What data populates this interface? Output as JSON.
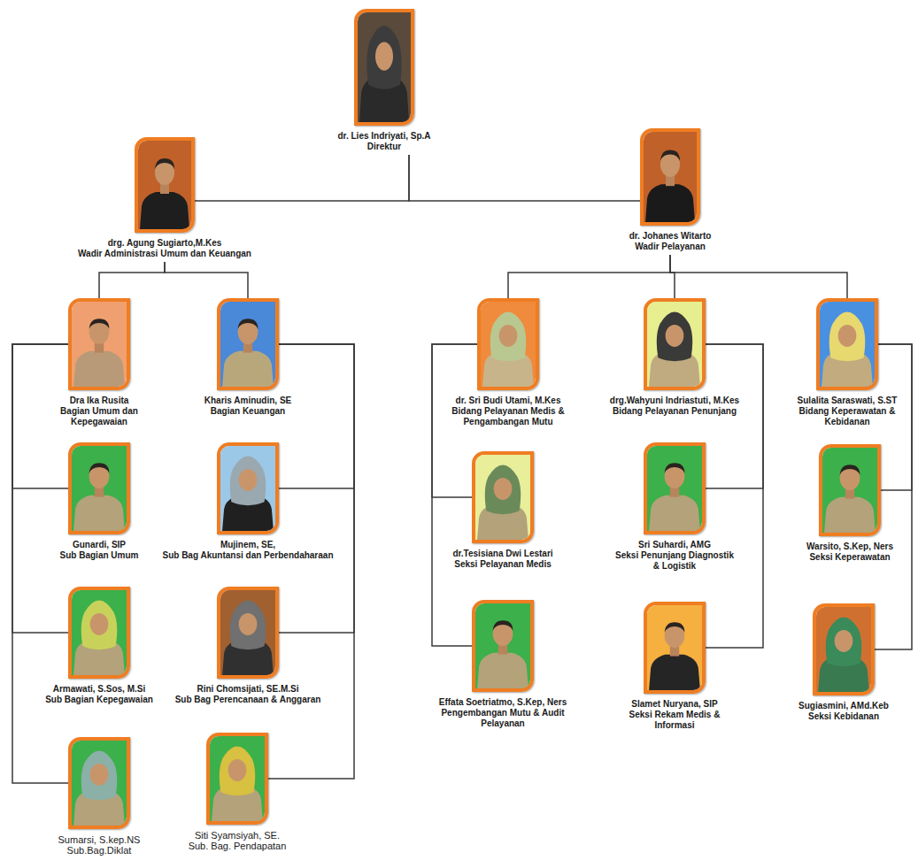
{
  "diagram": {
    "nodes": [
      {
        "text": [
          "dr. Lies Indriyati, Sp.A",
          "Direktur"
        ]
      },
      {
        "text": [
          "drg. Agung Sugiarto,M.Kes",
          "Wadir Administrasi Umum dan Keuangan"
        ]
      },
      {
        "text": [
          "dr. Johanes Witarto",
          "Wadir Pelayanan"
        ]
      },
      {
        "text": [
          "Dra Ika Rusita",
          "Bagian Umum dan Kepegawaian"
        ]
      },
      {
        "text": [
          "Kharis Aminudin, SE",
          "Bagian Keuangan"
        ]
      },
      {
        "text": [
          "dr. Sri Budi Utami, M.Kes",
          "Bidang Pelayanan Medis & Pengambangan Mutu"
        ]
      },
      {
        "text": [
          "drg.Wahyuni Indriastuti, M.Kes",
          "Bidang Pelayanan Penunjang"
        ]
      },
      {
        "text": [
          "Sulalita Saraswati, S.ST",
          "Bidang Keperawatan & Kebidanan"
        ]
      },
      {
        "text": [
          "Gunardi, SIP",
          "Sub Bagian Umum"
        ]
      },
      {
        "text": [
          "Mujinem, SE,",
          "Sub Bag Akuntansi dan Perbendaharaan"
        ]
      },
      {
        "text": [
          "dr.Tesisiana Dwi Lestari",
          "Seksi Pelayanan Medis"
        ]
      },
      {
        "text": [
          "Sri Suhardi, AMG",
          "Seksi Penunjang Diagnostik & Logistik"
        ]
      },
      {
        "text": [
          "Warsito, S.Kep, Ners",
          "Seksi Keperawatan"
        ]
      },
      {
        "text": [
          "Armawati, S.Sos, M.Si",
          "Sub Bagian Kepegawaian"
        ]
      },
      {
        "text": [
          "Rini Chomsijati, SE.M.Si",
          "Sub Bag Perencanaan & Anggaran"
        ]
      },
      {
        "text": [
          "Effata Soetriatmo, S.Kep, Ners",
          "Pengembangan Mutu & Audit Pelayanan"
        ]
      },
      {
        "text": [
          "Slamet Nuryana, SIP",
          "Seksi Rekam Medis & Informasi"
        ]
      },
      {
        "text": [
          "Sugiasmini, AMd.Keb",
          "Seksi Kebidanan"
        ]
      },
      {
        "text": [
          "Sumarsi, S.kep.NS",
          "Sub.Bag.Diklat"
        ]
      },
      {
        "text": [
          "Siti Syamsiyah, SE.",
          "Sub. Bag. Pendapatan"
        ]
      }
    ],
    "edges": [
      {
        "from": 0,
        "to": 1,
        "arrow": "none"
      },
      {
        "from": 0,
        "to": 2,
        "arrow": "none"
      },
      {
        "from": 1,
        "to": 3,
        "arrow": "none"
      },
      {
        "from": 1,
        "to": 4,
        "arrow": "none"
      },
      {
        "from": 2,
        "to": 5,
        "arrow": "none"
      },
      {
        "from": 2,
        "to": 6,
        "arrow": "none"
      },
      {
        "from": 2,
        "to": 7,
        "arrow": "none"
      },
      {
        "from": 3,
        "to": 8,
        "arrow": "none"
      },
      {
        "from": 3,
        "to": 13,
        "arrow": "none"
      },
      {
        "from": 3,
        "to": 18,
        "arrow": "none"
      },
      {
        "from": 4,
        "to": 9,
        "arrow": "none"
      },
      {
        "from": 4,
        "to": 14,
        "arrow": "none"
      },
      {
        "from": 4,
        "to": 19,
        "arrow": "none"
      },
      {
        "from": 5,
        "to": 10,
        "arrow": "none"
      },
      {
        "from": 5,
        "to": 15,
        "arrow": "none"
      },
      {
        "from": 6,
        "to": 11,
        "arrow": "none"
      },
      {
        "from": 6,
        "to": 16,
        "arrow": "none"
      },
      {
        "from": 7,
        "to": 12,
        "arrow": "none"
      },
      {
        "from": 7,
        "to": 17,
        "arrow": "none"
      }
    ]
  }
}
